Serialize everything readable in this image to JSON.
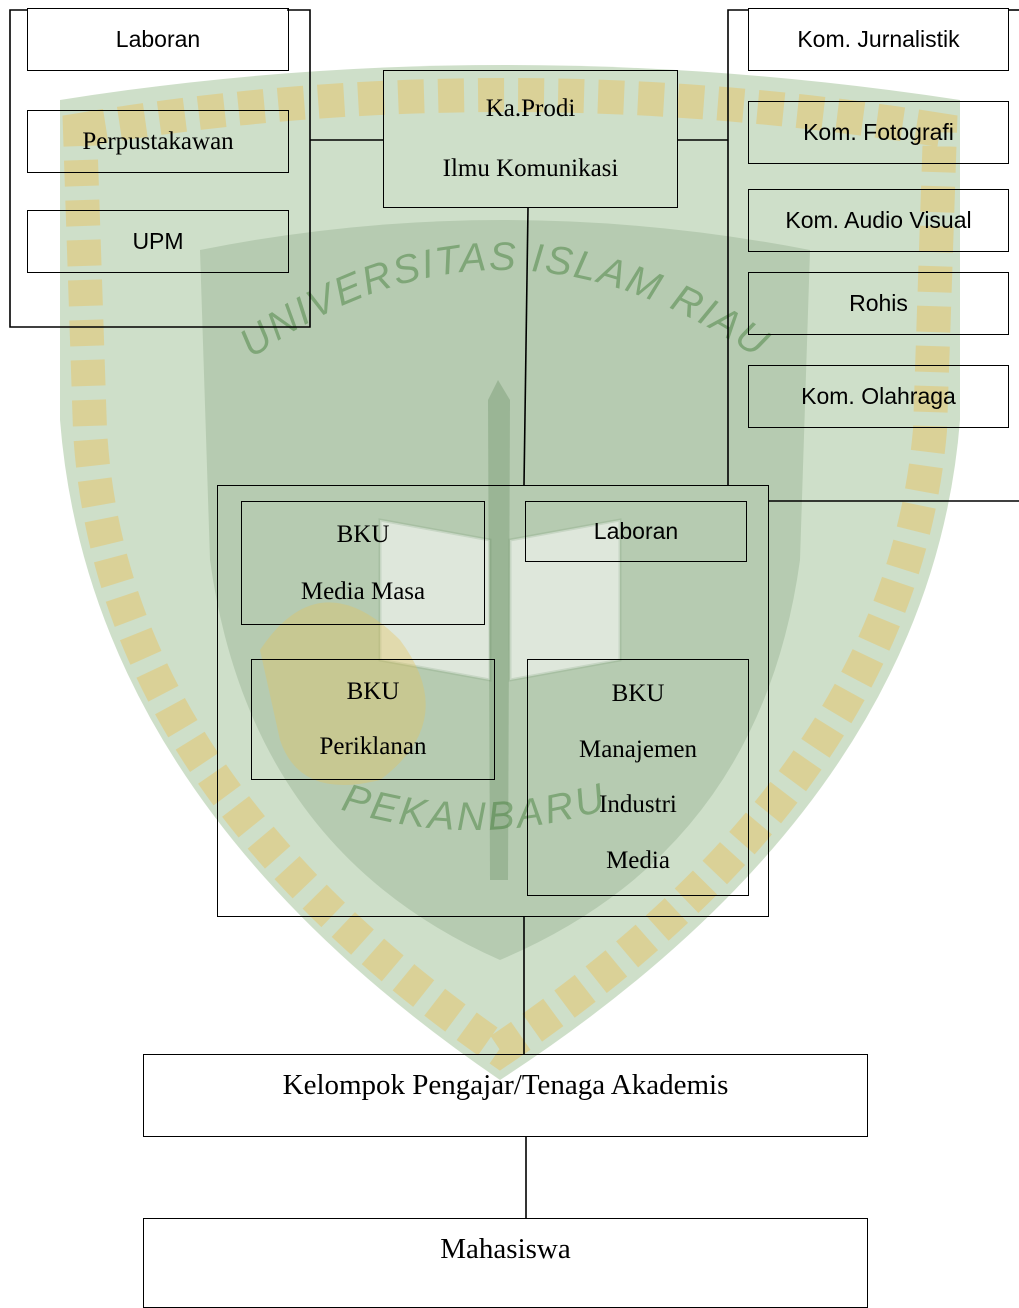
{
  "watermark": {
    "arc_top": "UNIVERSITAS ISLAM RIAU",
    "arc_bottom": "PEKANBARU",
    "colors": {
      "green": "#4f8d3c",
      "gold": "#e8c25a",
      "dark": "#2f5e2a"
    }
  },
  "left_group": {
    "laboran": "Laboran",
    "perpustakawan": "Perpustakawan",
    "upm": "UPM"
  },
  "head": {
    "line1": "Ka.Prodi",
    "line2": "Ilmu Komunikasi"
  },
  "right_group": {
    "items": [
      "Kom. Jurnalistik",
      "Kom. Fotografi",
      "Kom. Audio Visual",
      "Rohis",
      "Kom. Olahraga"
    ]
  },
  "bku_group": {
    "media_masa": {
      "line1": "BKU",
      "line2": "Media Masa"
    },
    "laboran": "Laboran",
    "periklanan": {
      "line1": "BKU",
      "line2": "Periklanan"
    },
    "manajemen": {
      "line1": "BKU",
      "line2": "Manajemen",
      "line3": "Industri",
      "line4": "Media"
    }
  },
  "pengajar": "Kelompok Pengajar/Tenaga Akademis",
  "mahasiswa": "Mahasiswa"
}
